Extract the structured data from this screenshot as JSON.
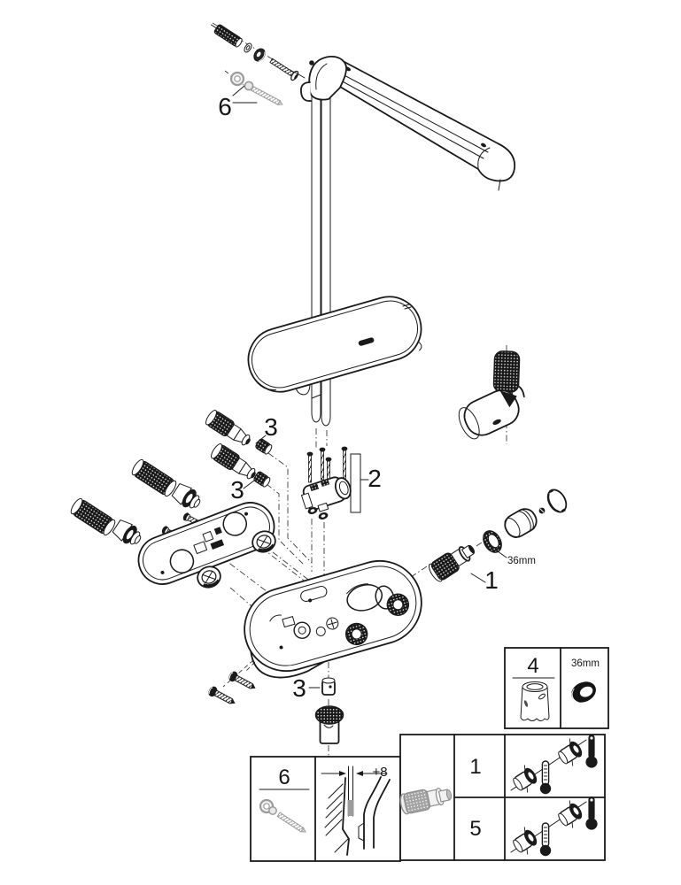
{
  "figure_kind": "exploded-parts-line-drawing",
  "callouts": {
    "item6_top": "6",
    "item3_upper": "3",
    "item3_mid": "3",
    "item2": "2",
    "item1": "1",
    "item3_bottom": "3"
  },
  "dimensions": {
    "cartridge_ring": "36mm"
  },
  "legend": {
    "box4": {
      "number": "4",
      "ring_dim": "36mm"
    },
    "box6": {
      "number": "6",
      "wall_offset": "+8"
    },
    "parts_table": {
      "row1_number": "1",
      "row2_number": "5"
    }
  },
  "colors": {
    "line": "#1a1a1a",
    "background": "#ffffff",
    "muted_part": "#9b9b9b"
  }
}
